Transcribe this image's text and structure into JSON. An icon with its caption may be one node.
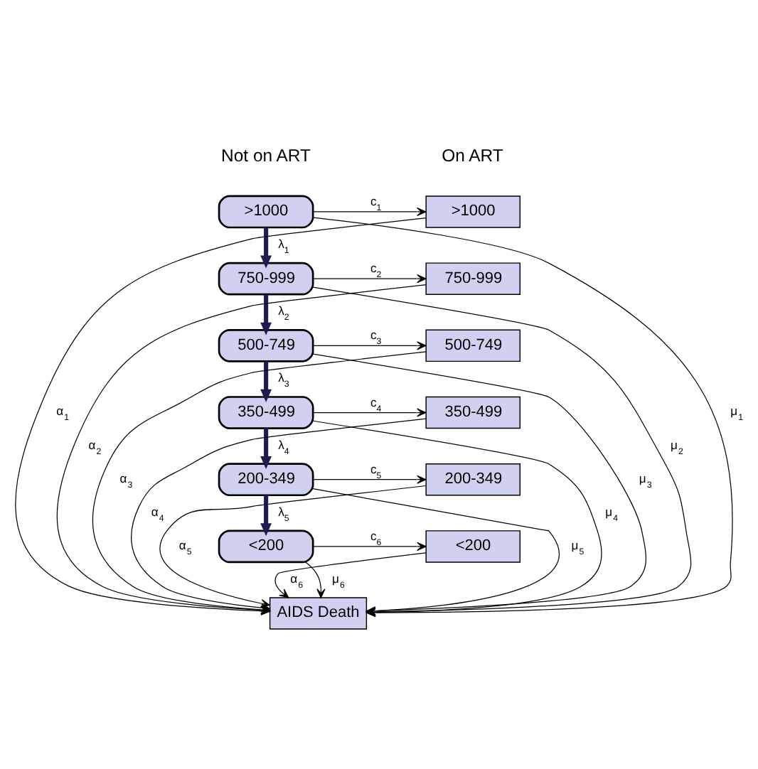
{
  "diagram": {
    "nodes": [
      {
        "text": [
          ">1000"
        ]
      },
      {
        "text": [
          "750-999"
        ]
      },
      {
        "text": [
          "500-749"
        ]
      },
      {
        "text": [
          "350-499"
        ]
      },
      {
        "text": [
          "200-349"
        ]
      },
      {
        "text": [
          "<200"
        ]
      },
      {
        "text": [
          ">1000"
        ]
      },
      {
        "text": [
          "750-999"
        ]
      },
      {
        "text": [
          "500-749"
        ]
      },
      {
        "text": [
          "350-499"
        ]
      },
      {
        "text": [
          "200-349"
        ]
      },
      {
        "text": [
          "<200"
        ]
      },
      {
        "text": [
          "AIDS Death"
        ]
      }
    ],
    "edges": [
      {
        "from": 0,
        "to": 1,
        "arrow": "to",
        "label": "λ$_{1}$",
        "style": "thick",
        "color": "#1c1c50"
      },
      {
        "from": 1,
        "to": 2,
        "arrow": "to",
        "label": "λ$_{2}$",
        "style": "thick",
        "color": "#1c1c50"
      },
      {
        "from": 2,
        "to": 3,
        "arrow": "to",
        "label": "λ$_{3}$",
        "style": "thick",
        "color": "#1c1c50"
      },
      {
        "from": 3,
        "to": 4,
        "arrow": "to",
        "label": "λ$_{4}$",
        "style": "thick",
        "color": "#1c1c50"
      },
      {
        "from": 4,
        "to": 5,
        "arrow": "to",
        "label": "λ$_{5}$",
        "style": "thick",
        "color": "#1c1c50"
      },
      {
        "from": 0,
        "to": 6,
        "arrow": "to",
        "label": "c$_{1}$"
      },
      {
        "from": 1,
        "to": 7,
        "arrow": "to",
        "label": "c$_{2}$"
      },
      {
        "from": 2,
        "to": 8,
        "arrow": "to",
        "label": "c$_{3}$"
      },
      {
        "from": 3,
        "to": 9,
        "arrow": "to",
        "label": "c$_{4}$"
      },
      {
        "from": 4,
        "to": 10,
        "arrow": "to",
        "label": "c$_{5}$"
      },
      {
        "from": 5,
        "to": 11,
        "arrow": "to",
        "label": "c$_{6}$"
      },
      {
        "from": 0,
        "to": 12,
        "arrow": "to",
        "label": "μ$_{1}$"
      },
      {
        "from": 1,
        "to": 12,
        "arrow": "to",
        "label": "μ$_{2}$"
      },
      {
        "from": 2,
        "to": 12,
        "arrow": "to",
        "label": "μ$_{3}$"
      },
      {
        "from": 3,
        "to": 12,
        "arrow": "to",
        "label": "μ$_{4}$"
      },
      {
        "from": 4,
        "to": 12,
        "arrow": "to",
        "label": "μ$_{5}$"
      },
      {
        "from": 5,
        "to": 12,
        "arrow": "to",
        "label": "μ$_{6}$"
      },
      {
        "from": 6,
        "to": 12,
        "arrow": "to",
        "label": "α$_{1}$"
      },
      {
        "from": 7,
        "to": 12,
        "arrow": "to",
        "label": "α$_{2}$"
      },
      {
        "from": 8,
        "to": 12,
        "arrow": "to",
        "label": "α$_{3}$"
      },
      {
        "from": 9,
        "to": 12,
        "arrow": "to",
        "label": "α$_{4}$"
      },
      {
        "from": 10,
        "to": 12,
        "arrow": "to",
        "label": "α$_{5}$"
      },
      {
        "from": 11,
        "to": 12,
        "arrow": "to",
        "label": "α$_{6}$"
      }
    ],
    "labels": [
      "Not on ART",
      "On ART"
    ]
  }
}
